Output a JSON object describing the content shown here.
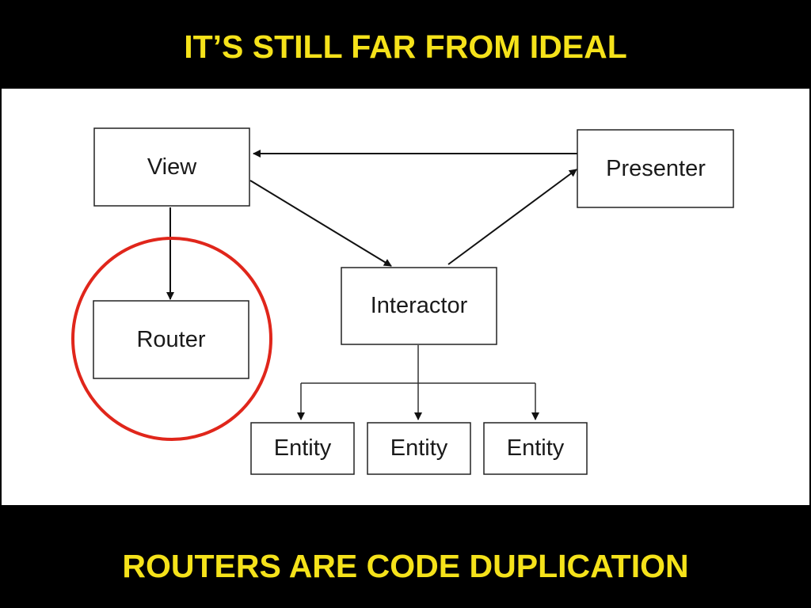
{
  "slide": {
    "title": "IT’S STILL FAR FROM IDEAL",
    "subtitle": "ROUTERS ARE CODE DUPLICATION",
    "title_color": "#f5e21a",
    "background_color": "#000000",
    "highlight_color": "#e0261b"
  },
  "diagram": {
    "nodes": {
      "view": "View",
      "presenter": "Presenter",
      "interactor": "Interactor",
      "router": "Router",
      "entity_1": "Entity",
      "entity_2": "Entity",
      "entity_3": "Entity"
    },
    "edges": [
      {
        "from": "presenter",
        "to": "view"
      },
      {
        "from": "view",
        "to": "interactor"
      },
      {
        "from": "interactor",
        "to": "presenter"
      },
      {
        "from": "view",
        "to": "router"
      },
      {
        "from": "interactor",
        "to": "entity_1"
      },
      {
        "from": "interactor",
        "to": "entity_2"
      },
      {
        "from": "interactor",
        "to": "entity_3"
      }
    ],
    "highlighted_node": "router"
  }
}
